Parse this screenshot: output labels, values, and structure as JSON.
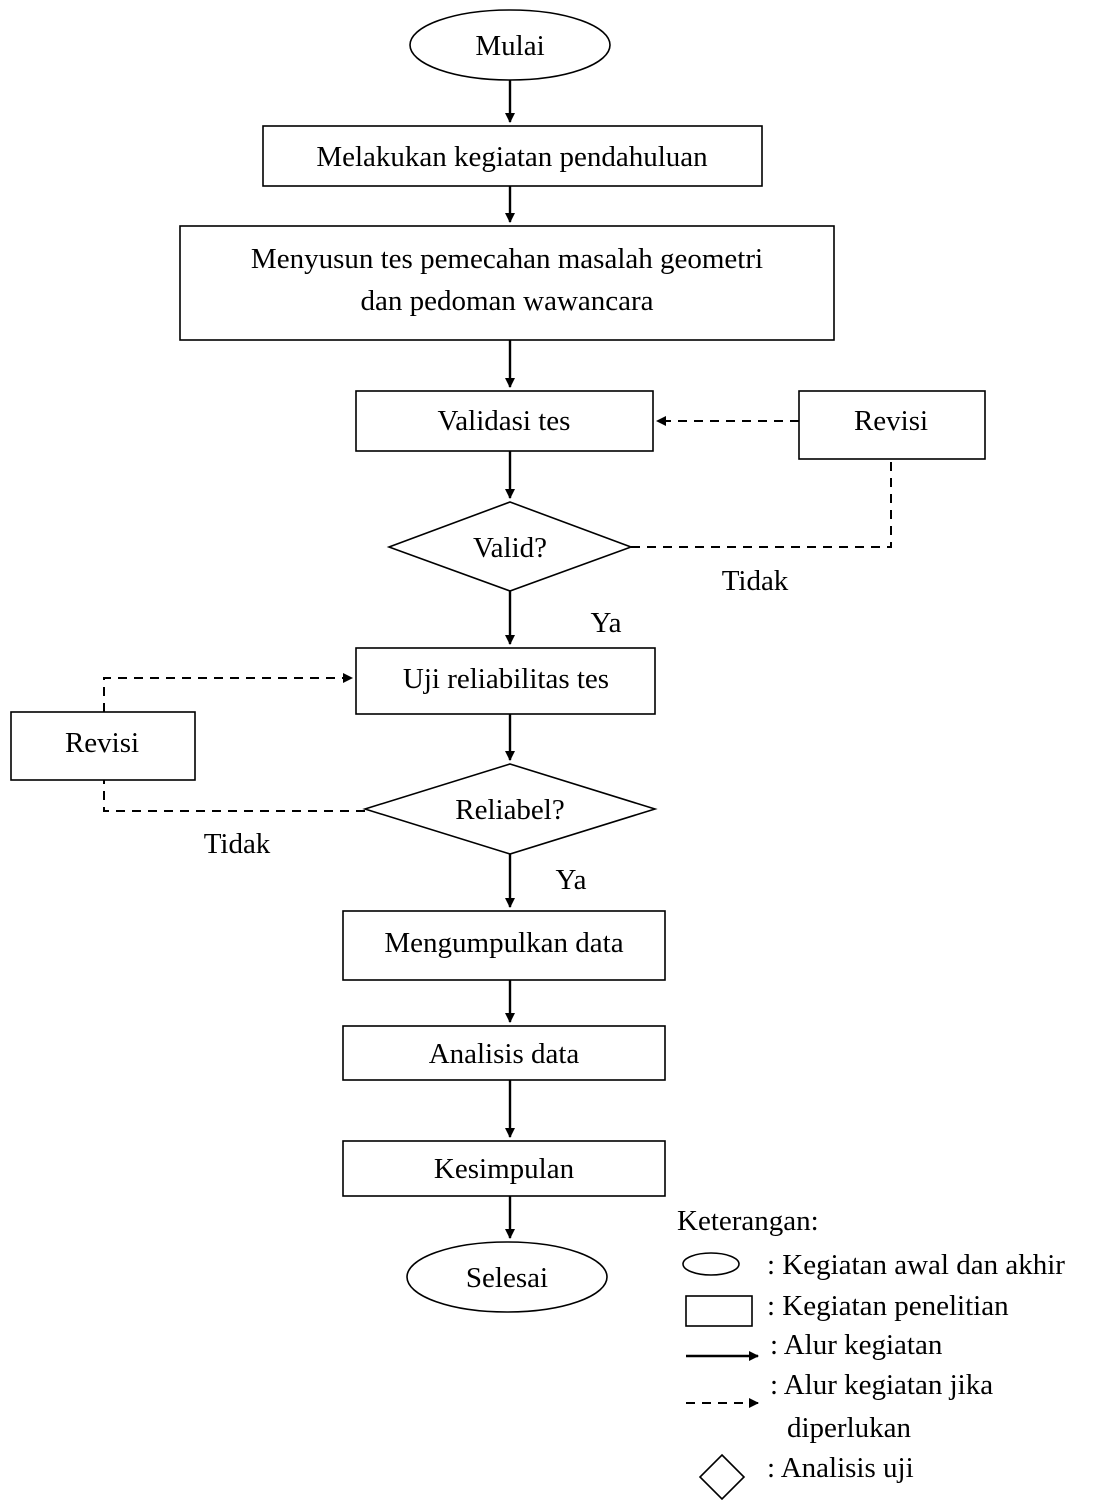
{
  "nodes": {
    "start": "Mulai",
    "preliminary": "Melakukan kegiatan pendahuluan",
    "compose_line1": "Menyusun tes pemecahan masalah geometri",
    "compose_line2": "dan pedoman wawancara",
    "validation": "Validasi tes",
    "revision_right": "Revisi",
    "valid_decision": "Valid?",
    "reliability": "Uji reliabilitas tes",
    "revision_left": "Revisi",
    "reliable_decision": "Reliabel?",
    "collect": "Mengumpulkan data",
    "analysis": "Analisis data",
    "conclusion": "Kesimpulan",
    "end": "Selesai"
  },
  "edge_labels": {
    "valid_no": "Tidak",
    "valid_yes": "Ya",
    "reliable_no": "Tidak",
    "reliable_yes": "Ya"
  },
  "legend": {
    "title": "Keterangan:",
    "oval": ": Kegiatan awal dan akhir",
    "rect": ": Kegiatan penelitian",
    "solid_arrow": ": Alur kegiatan",
    "dashed_arrow_line1": ": Alur kegiatan jika",
    "dashed_arrow_line2": "diperlukan",
    "diamond": ": Analisis uji"
  }
}
